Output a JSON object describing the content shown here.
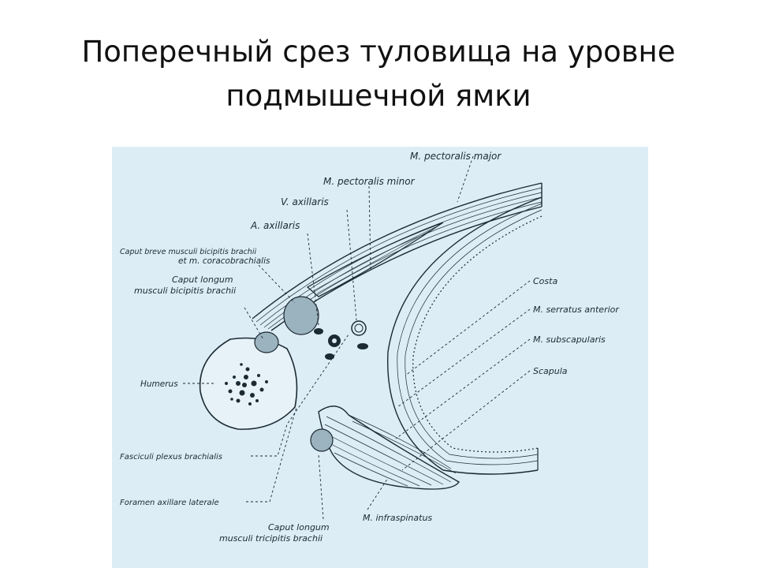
{
  "title": {
    "line1": "Поперечный срез туловища на уровне",
    "line2": "подмышечной ямки"
  },
  "diagram": {
    "labels": {
      "pectoralis_major": "M. pectoralis major",
      "pectoralis_minor": "M. pectoralis minor",
      "v_axillaris": "V. axillaris",
      "a_axillaris": "A. axillaris",
      "caput_breve_1": "Caput breve musculi bicipitis brachii",
      "caput_breve_2": "et m. coracobrachialis",
      "caput_longum_biceps_1": "Caput longum",
      "caput_longum_biceps_2": "musculi bicipitis brachii",
      "humerus": "Humerus",
      "costa": "Costa",
      "serratus_anterior": "M. serratus anterior",
      "subscapularis": "M. subscapularis",
      "scapula": "Scapula",
      "fasciculi": "Fasciculi plexus brachialis",
      "foramen": "Foramen axillare laterale",
      "infraspinatus": "M. infraspinatus",
      "caput_longum_triceps_1": "Caput longum",
      "caput_longum_triceps_2": "musculi tricipitis brachii"
    },
    "colors": {
      "background": "#dcedf6",
      "ink": "#1c2a33"
    }
  }
}
